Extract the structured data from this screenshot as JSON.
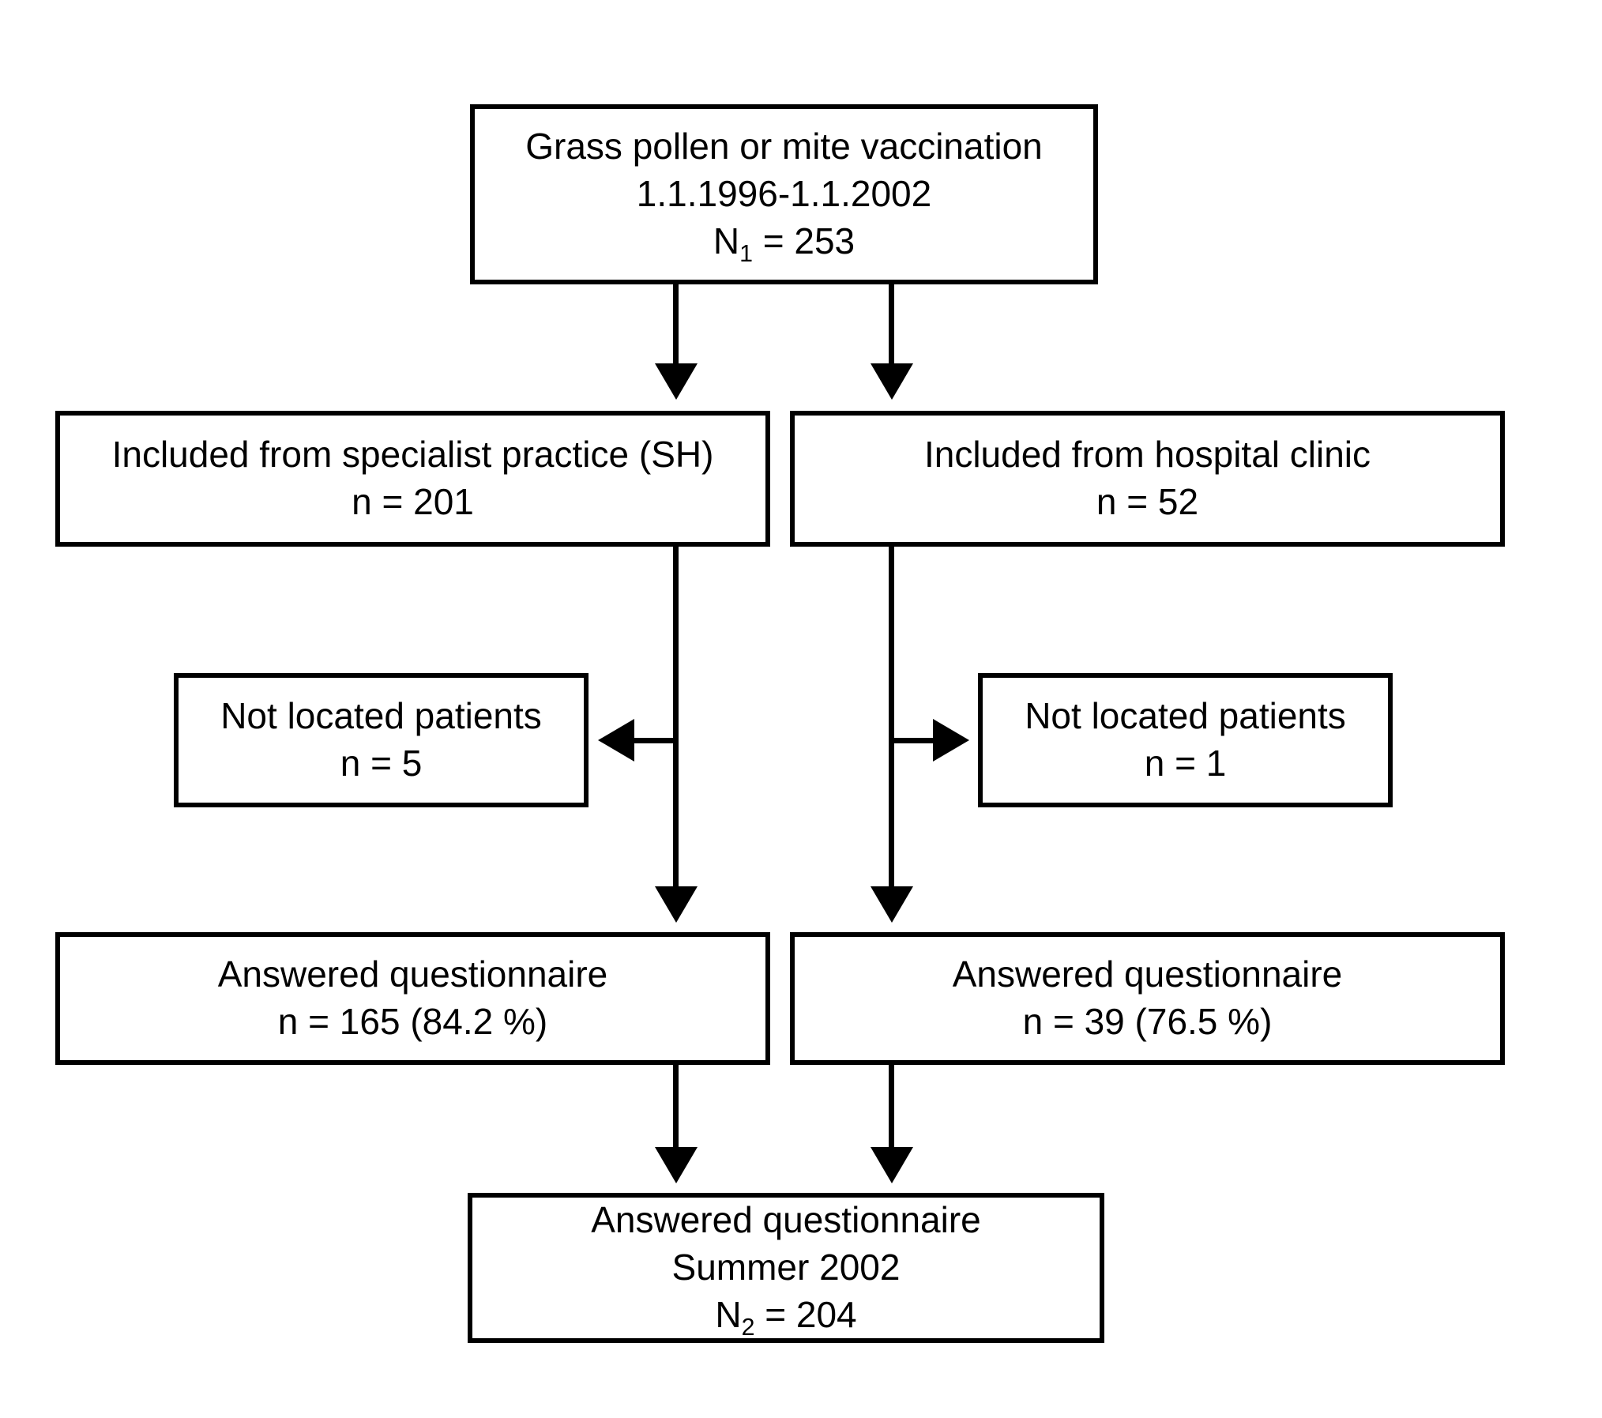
{
  "diagram": {
    "type": "flowchart",
    "title": "Patient inclusion and questionnaire response flow chart",
    "colors": {
      "stroke": "#000000",
      "fill": "#ffffff",
      "text": "#000000"
    },
    "nodes": {
      "enrollment": {
        "line1": "Grass pollen or mite vaccination",
        "line2": "1.1.1996-1.1.2002",
        "line3_prefix": "N",
        "line3_sub": "1",
        "line3_suffix": " = 253"
      },
      "specialist_practice": {
        "line1": "Included from specialist practice (SH)",
        "line2": "n = 201"
      },
      "hospital_clinic": {
        "line1": "Included from hospital clinic",
        "line2": "n = 52"
      },
      "not_located_left": {
        "line1": "Not located patients",
        "line2": "n = 5"
      },
      "not_located_right": {
        "line1": "Not located patients",
        "line2": "n = 1"
      },
      "answered_left": {
        "line1": "Answered questionnaire",
        "line2": "n = 165 (84.2 %)"
      },
      "answered_right": {
        "line1": "Answered questionnaire",
        "line2": "n = 39 (76.5 %)"
      },
      "answered_total": {
        "line1": "Answered questionnaire",
        "line2": "Summer 2002",
        "line3_prefix": "N",
        "line3_sub": "2",
        "line3_suffix": " = 204"
      }
    },
    "edges": [
      {
        "from": "enrollment",
        "to": "specialist_practice",
        "direction": "down",
        "arrow": true
      },
      {
        "from": "enrollment",
        "to": "hospital_clinic",
        "direction": "down",
        "arrow": true
      },
      {
        "from": "specialist_practice",
        "to": "not_located_left",
        "direction": "left",
        "arrow": true
      },
      {
        "from": "hospital_clinic",
        "to": "not_located_right",
        "direction": "right",
        "arrow": true
      },
      {
        "from": "specialist_practice",
        "to": "answered_left",
        "direction": "down",
        "arrow": true
      },
      {
        "from": "hospital_clinic",
        "to": "answered_right",
        "direction": "down",
        "arrow": true
      },
      {
        "from": "answered_left",
        "to": "answered_total",
        "direction": "down",
        "arrow": true
      },
      {
        "from": "answered_right",
        "to": "answered_total",
        "direction": "down",
        "arrow": true
      }
    ]
  }
}
